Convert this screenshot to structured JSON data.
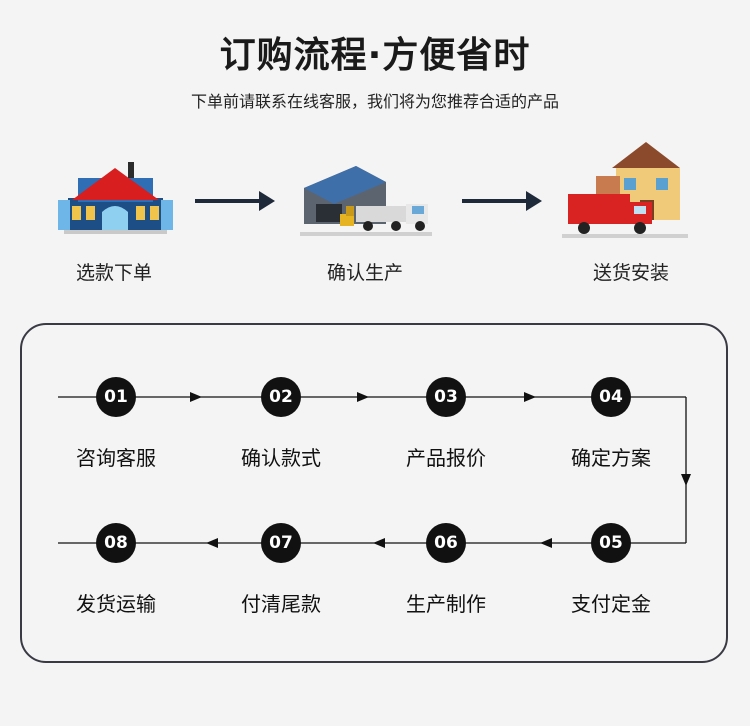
{
  "header": {
    "title": "订购流程·方便省时",
    "subtitle": "下单前请联系在线客服，我们将为您推荐合适的产品"
  },
  "top_flow": [
    {
      "label": "选款下单",
      "icon": "warehouse-icon"
    },
    {
      "label": "确认生产",
      "icon": "factory-truck-icon"
    },
    {
      "label": "送货安装",
      "icon": "house-delivery-icon"
    }
  ],
  "process": [
    {
      "num": "01",
      "label": "咨询客服"
    },
    {
      "num": "02",
      "label": "确认款式"
    },
    {
      "num": "03",
      "label": "产品报价"
    },
    {
      "num": "04",
      "label": "确定方案"
    },
    {
      "num": "05",
      "label": "支付定金"
    },
    {
      "num": "06",
      "label": "生产制作"
    },
    {
      "num": "07",
      "label": "付清尾款"
    },
    {
      "num": "08",
      "label": "发货运输"
    }
  ],
  "colors": {
    "circle": "#111111",
    "arrow": "#1e2a3a",
    "panel_border": "#3a3a45"
  }
}
